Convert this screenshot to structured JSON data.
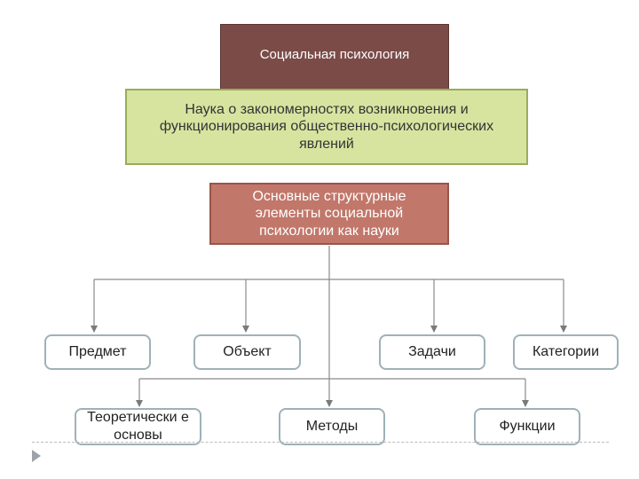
{
  "title": "Социальная психология",
  "definition": "Наука о закономерностях возникновения и функционирования общественно-психологических явлений",
  "structure_heading": "Основные структурные элементы социальной психологии как науки",
  "top_row": [
    {
      "label": "Предмет"
    },
    {
      "label": "Объект"
    },
    {
      "label": "Задачи"
    },
    {
      "label": "Категории"
    }
  ],
  "bottom_row": [
    {
      "label": "Теоретически е основы"
    },
    {
      "label": "Методы"
    },
    {
      "label": "Функции"
    }
  ],
  "colors": {
    "title_fill": "#7b4b48",
    "definition_fill": "#d7e4a0",
    "definition_border": "#98ad59",
    "structure_fill": "#c1776a",
    "leaf_border": "#9fb1b8",
    "connector": "#8a8a8a"
  }
}
